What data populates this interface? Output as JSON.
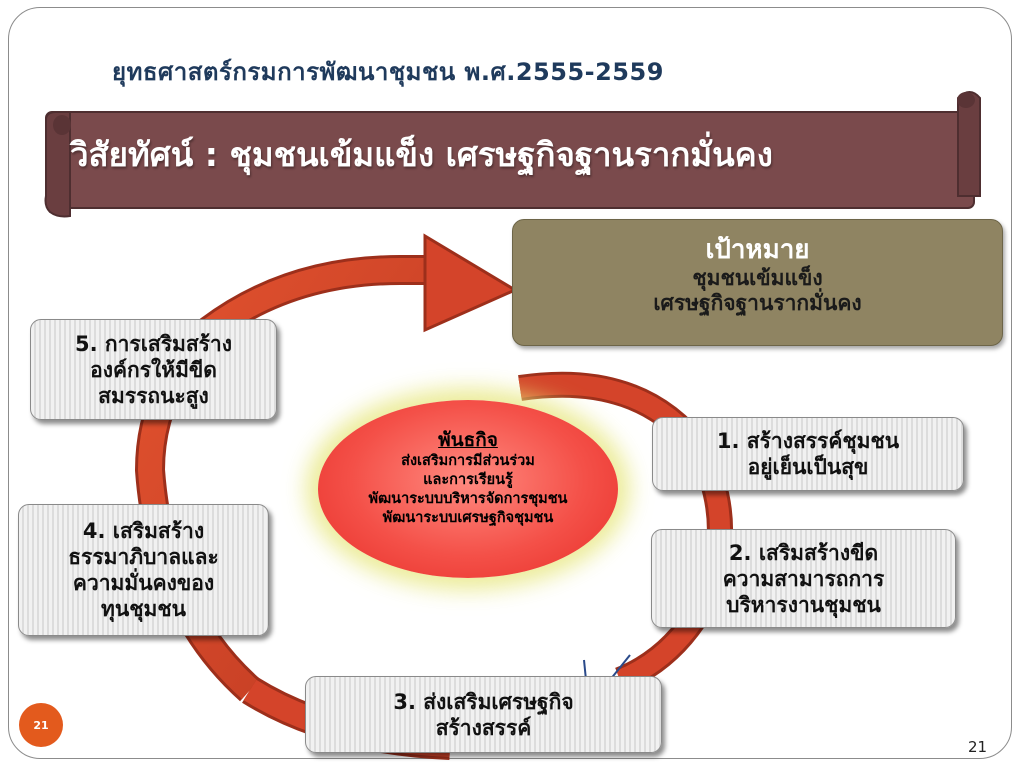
{
  "title": "ยุทธศาสตร์กรมการพัฒนาชุมชน พ.ศ.2555-2559",
  "vision": "วิสัยทัศน์ : ชุมชนเข้มแข็ง เศรษฐกิจฐานรากมั่นคง",
  "goal": {
    "title": "เป้าหมาย",
    "lines": [
      "ชุมชนเข้มแข็ง",
      "เศรษฐกิจฐานรากมั่นคง"
    ]
  },
  "mission": {
    "title": "พันธกิจ",
    "lines": [
      "ส่งเสริมการมีส่วนร่วม",
      "และการเรียนรู้",
      "พัฒนาระบบบริหารจัดการชุมชน",
      "พัฒนาระบบเศรษฐกิจชุมชน"
    ]
  },
  "strategies": [
    {
      "lines": [
        "1. สร้างสรรค์ชุมชน",
        "อยู่เย็นเป็นสุข"
      ]
    },
    {
      "lines": [
        "2. เสริมสร้างขีด",
        "ความสามารถการ",
        "บริหารงานชุมชน"
      ]
    },
    {
      "lines": [
        "3. ส่งเสริมเศรษฐกิจ",
        "สร้างสรรค์"
      ]
    },
    {
      "lines": [
        "4. เสริมสร้าง",
        "ธรรมาภิบาลและ",
        "ความมั่นคงของ",
        "ทุนชุมชน"
      ]
    },
    {
      "lines": [
        "5. การเสริมสร้าง",
        "องค์กรให้มีขีด",
        "สมรรถนะสูง"
      ]
    }
  ],
  "page_badge": "21",
  "page_number": "21",
  "colors": {
    "banner": "#7a4a4c",
    "goal_box": "#8f8462",
    "arrow": "#d4442a",
    "mission_fill": "#f45048"
  }
}
